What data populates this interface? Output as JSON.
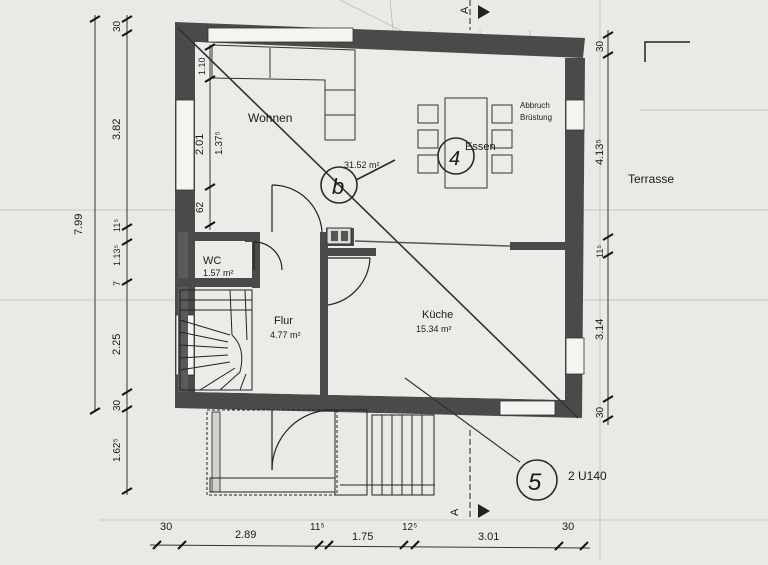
{
  "rooms": {
    "wohnen": {
      "name": "Wohnen",
      "area": "31.52 m²"
    },
    "essen": {
      "name": "Essen"
    },
    "wc": {
      "name": "WC",
      "area": "1.57 m²"
    },
    "flur": {
      "name": "Flur",
      "area": "4.77 m²"
    },
    "kueche": {
      "name": "Küche",
      "area": "15.34 m²"
    }
  },
  "labels": {
    "terrasse": "Terrasse",
    "abbruch": "Abbruch",
    "bruestung": "Brüstung",
    "u_profile": "2 U140",
    "section_marker": "A"
  },
  "handwritten": {
    "mark_b": "b",
    "mark_4": "4",
    "mark_5": "5"
  },
  "dimensions": {
    "left_outer": {
      "total": "7.99",
      "top_wall": "30",
      "upper": "3.82",
      "mid_a": "1.13⁵",
      "mid_b": "11⁵",
      "mid_c": "7",
      "lower": "2.25",
      "bottom_wall": "30",
      "entrance": "1.62⁵"
    },
    "left_inner": {
      "a": "1.10",
      "b": "2.01",
      "c": "1.37⁵",
      "d": "62"
    },
    "right": {
      "top_wall": "30",
      "upper": "4.13⁵",
      "mid": "11⁵",
      "lower": "3.14",
      "bottom_wall": "30"
    },
    "bottom": {
      "a": "30",
      "b": "2.89",
      "c": "11⁵",
      "d": "1.75",
      "e": "12⁵",
      "f": "3.01",
      "g": "30"
    }
  }
}
